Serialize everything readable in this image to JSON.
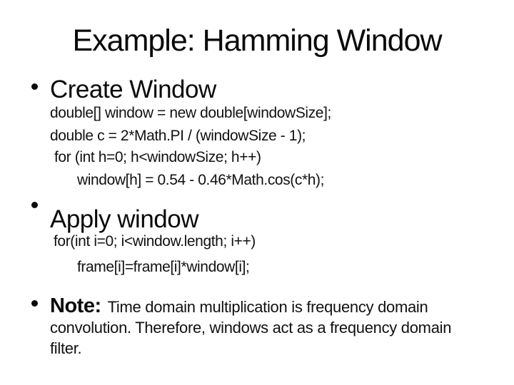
{
  "slide": {
    "title": "Example: Hamming Window",
    "sections": [
      {
        "heading": "Create Window",
        "code": [
          "double[] window = new double[windowSize];",
          "double c = 2*Math.PI / (windowSize - 1);",
          "for (int h=0; h<windowSize; h++)",
          "window[h] = 0.54 - 0.46*Math.cos(c*h);"
        ]
      },
      {
        "heading": "Apply window",
        "code": [
          "for(int i=0; i<window.length; i++)",
          "frame[i]=frame[i]*window[i];"
        ]
      },
      {
        "heading": "Note:",
        "note_lines": [
          "Time domain multiplication is frequency domain",
          "convolution. Therefore, windows act as a frequency domain",
          "filter."
        ]
      }
    ]
  }
}
